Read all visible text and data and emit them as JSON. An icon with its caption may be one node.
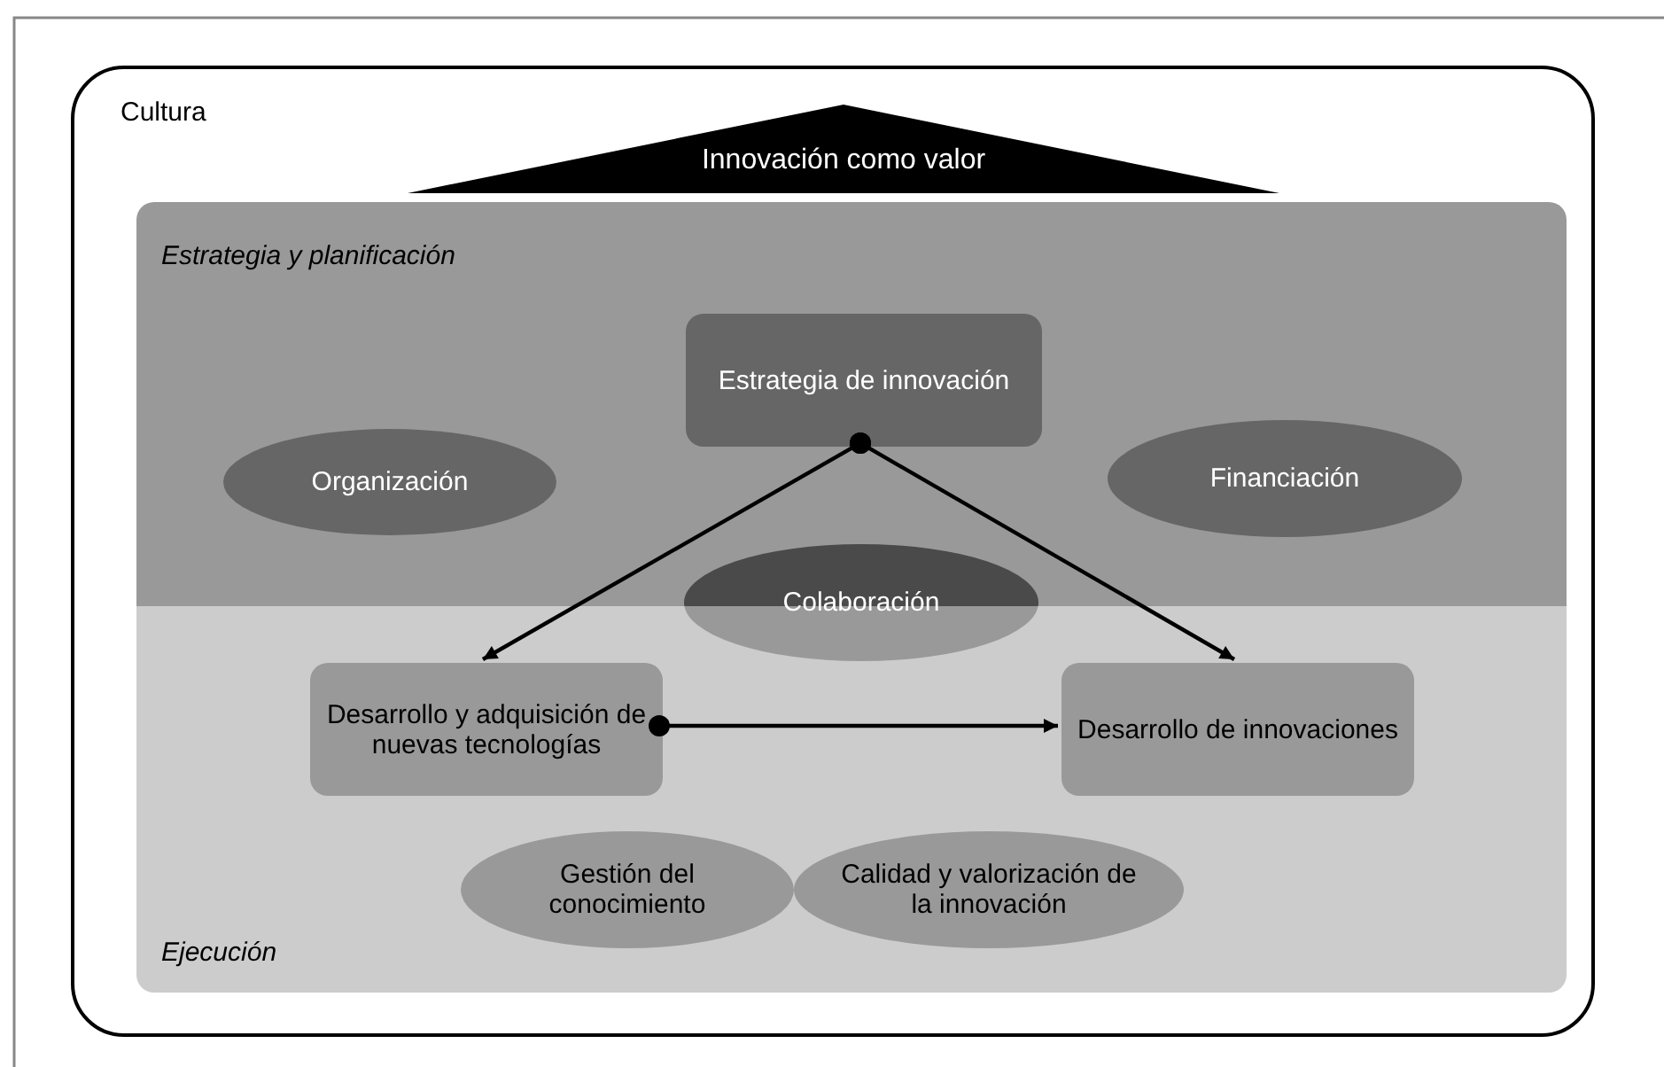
{
  "diagram": {
    "nodes": [
      {
        "text": [
          "Cultura"
        ]
      },
      {
        "text": [
          "Innovación como valor"
        ],
        "in": 0
      },
      {
        "text": [
          "Estrategia y planificación"
        ],
        "in": 0
      },
      {
        "text": [
          "Ejecución"
        ],
        "in": 0
      },
      {
        "text": [
          "Estrategia de innovación"
        ],
        "in": 2
      },
      {
        "text": [
          "Organización"
        ],
        "in": 2
      },
      {
        "text": [
          "Financiación"
        ],
        "in": 2
      },
      {
        "text": [
          "Colaboración"
        ],
        "in": 0
      },
      {
        "text": [
          "Desarrollo y adquisición de nuevas tecnologías"
        ],
        "in": 3
      },
      {
        "text": [
          "Desarrollo de innovaciones"
        ],
        "in": 3
      },
      {
        "text": [
          "Gestión del conocimiento"
        ],
        "in": 3
      },
      {
        "text": [
          "Calidad y valorización de la innovación"
        ],
        "in": 3
      }
    ],
    "edges": [
      {
        "from": 4,
        "to": 8,
        "arrow": "to"
      },
      {
        "from": 4,
        "to": 9,
        "arrow": "to"
      },
      {
        "from": 8,
        "to": 9,
        "arrow": "to"
      }
    ]
  }
}
